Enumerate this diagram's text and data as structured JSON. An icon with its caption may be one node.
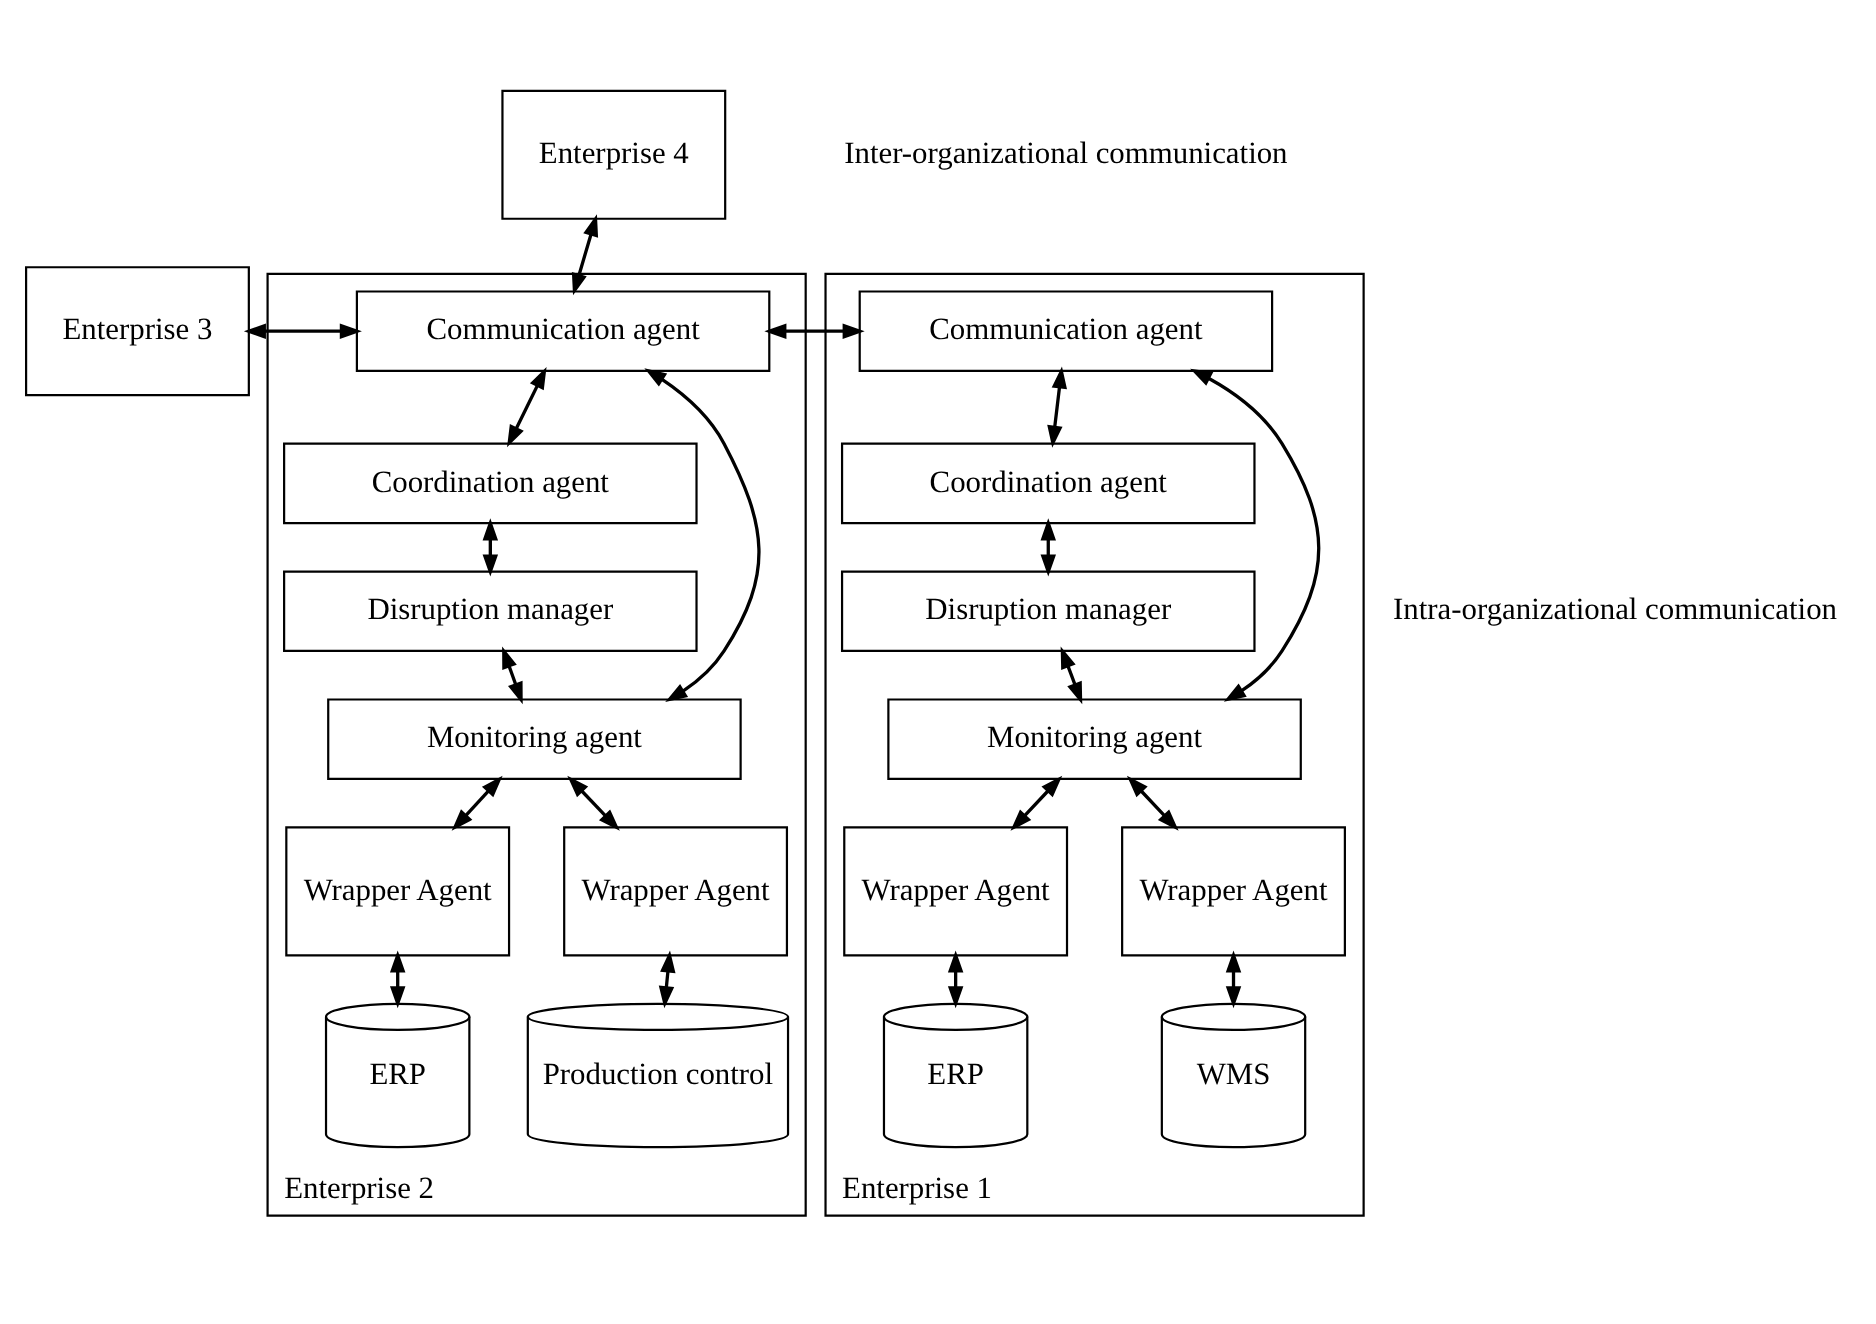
{
  "diagram": {
    "nodes": [
      {
        "text": [
          "Enterprise 1"
        ]
      },
      {
        "text": [
          "Communication agent"
        ],
        "in": 0
      },
      {
        "text": [
          "Coordination agent"
        ],
        "in": 0
      },
      {
        "text": [
          "Disruption manager"
        ],
        "in": 0
      },
      {
        "text": [
          "Monitoring agent"
        ],
        "in": 0
      },
      {
        "text": [
          "Wrapper Agent"
        ],
        "in": 0
      },
      {
        "text": [
          "Wrapper Agent"
        ],
        "in": 0
      },
      {
        "text": [
          "ERP"
        ],
        "in": 0
      },
      {
        "text": [
          "WMS"
        ],
        "in": 0
      },
      {
        "text": [
          "Enterprise 2"
        ]
      },
      {
        "text": [
          "Communication agent"
        ],
        "in": 9
      },
      {
        "text": [
          "Coordination agent"
        ],
        "in": 9
      },
      {
        "text": [
          "Disruption manager"
        ],
        "in": 9
      },
      {
        "text": [
          "Monitoring agent"
        ],
        "in": 9
      },
      {
        "text": [
          "Wrapper Agent"
        ],
        "in": 9
      },
      {
        "text": [
          "Wrapper Agent"
        ],
        "in": 9
      },
      {
        "text": [
          "ERP"
        ],
        "in": 9
      },
      {
        "text": [
          "Production control"
        ],
        "in": 9
      },
      {
        "text": [
          "Enterprise 3"
        ]
      },
      {
        "text": [
          "Enterprise 4"
        ]
      }
    ],
    "edges": [
      {
        "from": 1,
        "to": 2,
        "arrow": "both"
      },
      {
        "from": 2,
        "to": 3,
        "arrow": "both"
      },
      {
        "from": 3,
        "to": 4,
        "arrow": "both"
      },
      {
        "from": 1,
        "to": 4,
        "arrow": "both"
      },
      {
        "from": 4,
        "to": 5,
        "arrow": "both"
      },
      {
        "from": 4,
        "to": 6,
        "arrow": "both"
      },
      {
        "from": 5,
        "to": 7,
        "arrow": "both"
      },
      {
        "from": 6,
        "to": 8,
        "arrow": "both"
      },
      {
        "from": 10,
        "to": 11,
        "arrow": "both"
      },
      {
        "from": 11,
        "to": 12,
        "arrow": "both"
      },
      {
        "from": 12,
        "to": 13,
        "arrow": "both"
      },
      {
        "from": 10,
        "to": 13,
        "arrow": "both"
      },
      {
        "from": 13,
        "to": 14,
        "arrow": "both"
      },
      {
        "from": 13,
        "to": 15,
        "arrow": "both"
      },
      {
        "from": 14,
        "to": 16,
        "arrow": "both"
      },
      {
        "from": 15,
        "to": 17,
        "arrow": "both"
      },
      {
        "from": 1,
        "to": 10,
        "arrow": "both"
      },
      {
        "from": 10,
        "to": 18,
        "arrow": "both"
      },
      {
        "from": 10,
        "to": 19,
        "arrow": "both"
      }
    ],
    "labels": [
      "Inter-organizational communication",
      "Intra-organizational communication"
    ]
  }
}
